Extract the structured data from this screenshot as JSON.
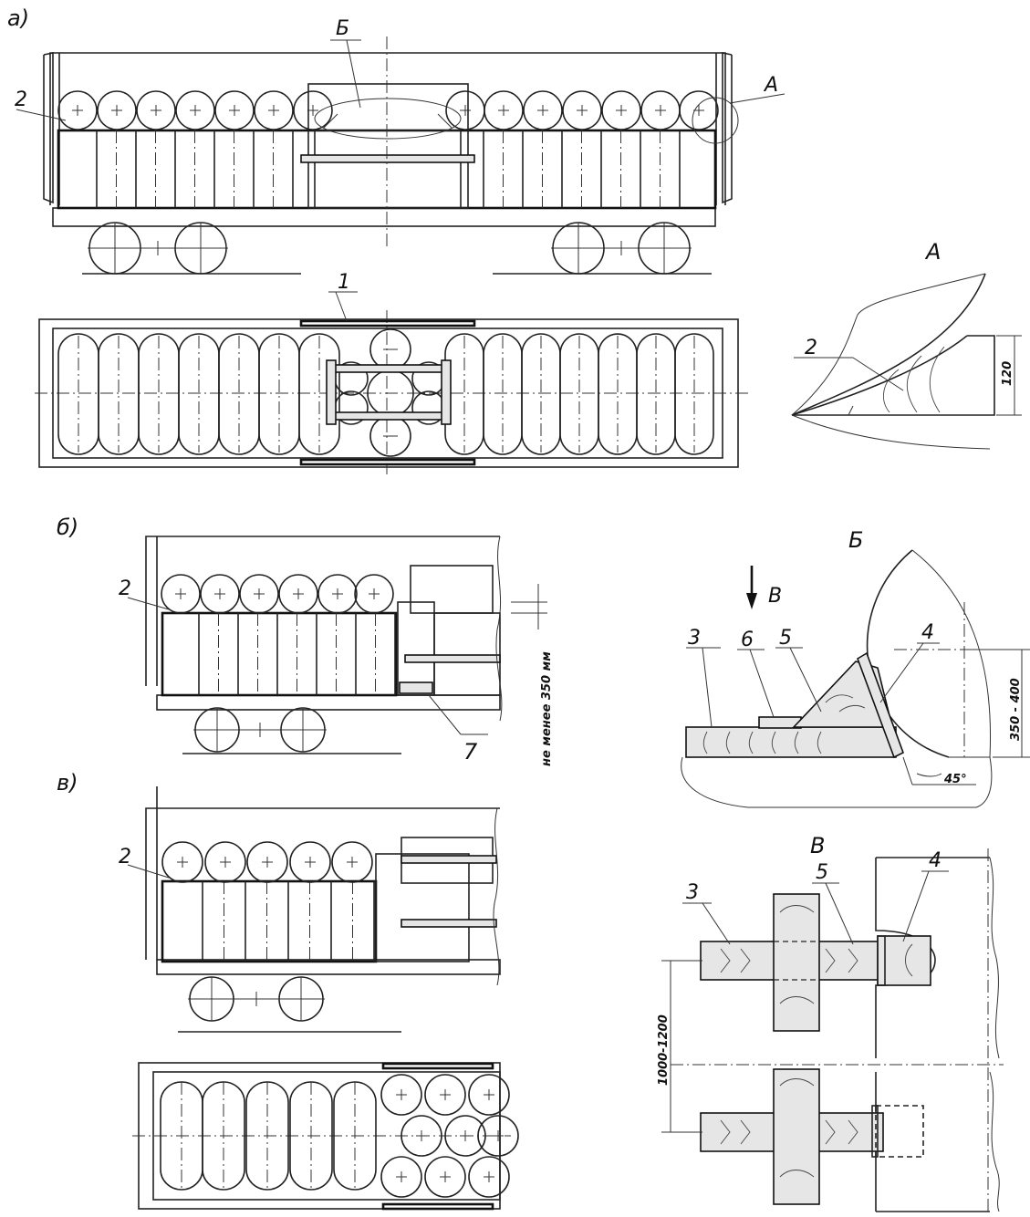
{
  "views": {
    "a": "а)",
    "b": "б)",
    "v": "в)"
  },
  "details": {
    "A": "А",
    "B": "Б",
    "V": "В"
  },
  "callouts": {
    "n1": "1",
    "n2": "2",
    "n3": "3",
    "n4": "4",
    "n5": "5",
    "n6": "6",
    "n7": "7"
  },
  "dimensions": {
    "d120": "120",
    "d350_400": "350 - 400",
    "d1000_1200": "1000-1200",
    "min350": "не менее 350 мм",
    "angle45": "45°"
  },
  "arrow_label": "В"
}
